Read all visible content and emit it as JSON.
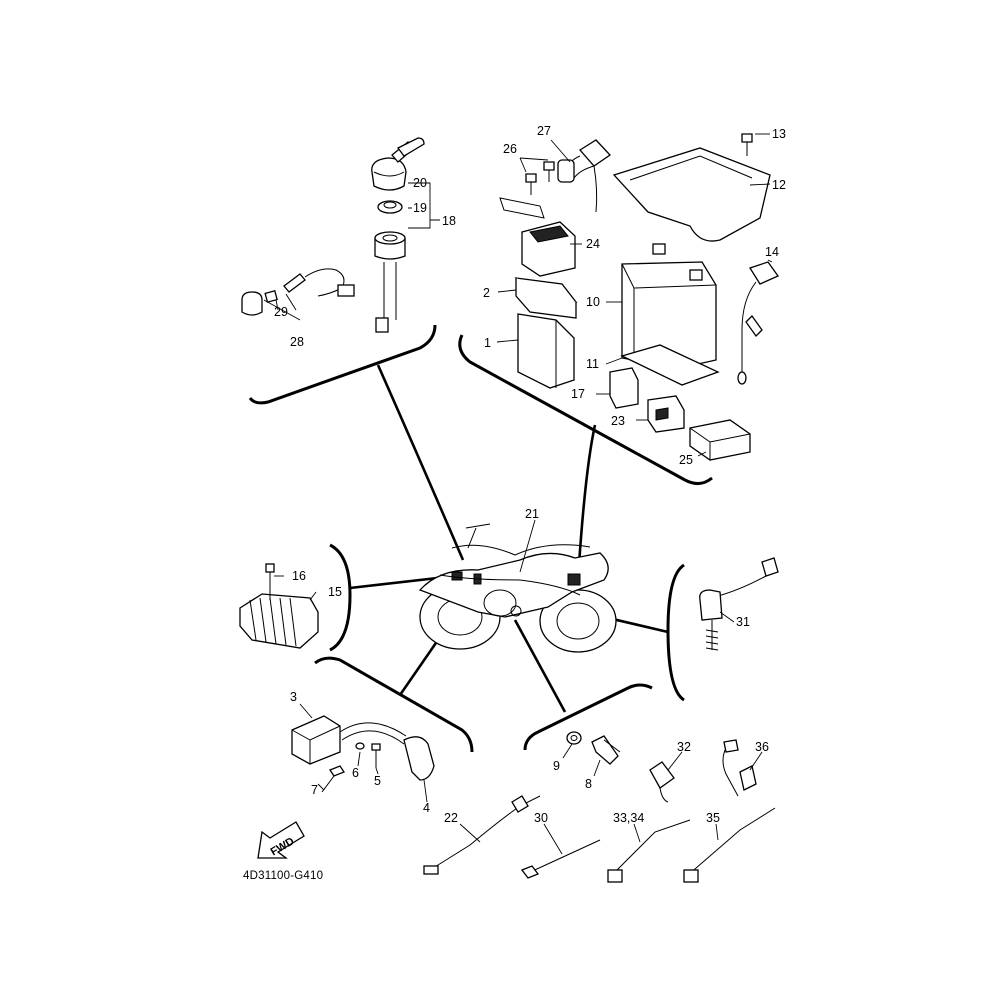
{
  "diagram": {
    "figure_code": "4D31100-G410",
    "fwd_label": "FWD",
    "callouts": [
      "1",
      "2",
      "3",
      "4",
      "5",
      "6",
      "7",
      "8",
      "9",
      "10",
      "11",
      "12",
      "13",
      "14",
      "15",
      "16",
      "17",
      "18",
      "19",
      "20",
      "21",
      "22",
      "23",
      "24",
      "25",
      "26",
      "27",
      "28",
      "29",
      "30",
      "31",
      "32",
      "33,34",
      "35",
      "36"
    ]
  }
}
